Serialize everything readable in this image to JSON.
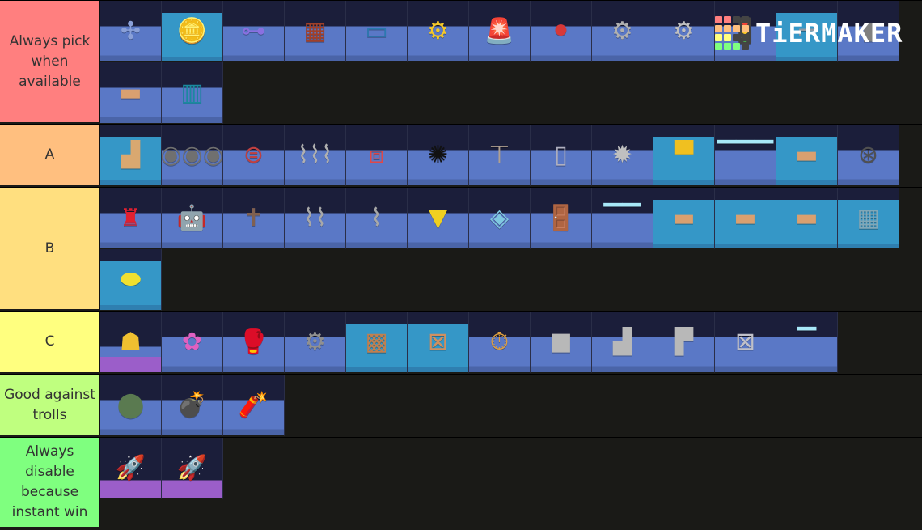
{
  "logo": {
    "text": "TiERMAKER",
    "grid_colors": [
      "#ff7f7f",
      "#ff7f7f",
      "#444444",
      "#444444",
      "#ffbf7f",
      "#ffbf7f",
      "#ffbf7f",
      "#ffbf7f",
      "#ffff7f",
      "#ffff7f",
      "#444444",
      "#444444",
      "#7fff7f",
      "#7fff7f",
      "#7fff7f",
      "#444444"
    ]
  },
  "tiers": [
    {
      "label": "Always pick when available",
      "color": "#ff7f7f",
      "height": 153,
      "items": [
        {
          "name": "grabber-x",
          "glyph": "✣",
          "bg": "default",
          "color": "#8aa0d8"
        },
        {
          "name": "coin",
          "glyph": "🪙",
          "bg": "sky",
          "color": "#f2d05a"
        },
        {
          "name": "laser-wire",
          "glyph": "⊶",
          "bg": "default",
          "color": "#8a70e0"
        },
        {
          "name": "wrecking-crate",
          "glyph": "▦",
          "bg": "default",
          "color": "#a0402a"
        },
        {
          "name": "conveyor-small",
          "glyph": "▭",
          "bg": "default",
          "color": "#2a7ab0"
        },
        {
          "name": "cannon",
          "glyph": "⚙",
          "bg": "default",
          "color": "#f5c828"
        },
        {
          "name": "hockey-alarm",
          "glyph": "🚨",
          "bg": "default",
          "color": "#d83030"
        },
        {
          "name": "wrecking-ball-pulley",
          "glyph": "⚫",
          "bg": "default",
          "color": "#d83838"
        },
        {
          "name": "saw-conveyor",
          "glyph": "⚙",
          "bg": "default",
          "color": "#b0b0b0"
        },
        {
          "name": "saw-pendulum",
          "glyph": "⚙",
          "bg": "default",
          "color": "#c0c0c0"
        },
        {
          "name": "laser-tower",
          "glyph": "🚦",
          "bg": "default",
          "color": "#e04040"
        },
        {
          "name": "scaffold-l",
          "glyph": "⌐",
          "bg": "sky",
          "color": "#909aa6"
        },
        {
          "name": "scaffold-pole",
          "glyph": "▮",
          "bg": "default",
          "color": "#808080"
        },
        {
          "name": "springboard",
          "glyph": "▬",
          "bg": "default",
          "color": "#d9a070"
        },
        {
          "name": "curtain",
          "glyph": "▥",
          "bg": "default",
          "color": "#1a8aa0"
        }
      ]
    },
    {
      "label": "A",
      "color": "#ffbf7f",
      "height": 78,
      "items": [
        {
          "name": "stairs",
          "glyph": "▟",
          "bg": "sky",
          "color": "#d9a870"
        },
        {
          "name": "tank-treads",
          "glyph": "◉◉◉",
          "bg": "default",
          "color": "#707070"
        },
        {
          "name": "fan-cage",
          "glyph": "⊜",
          "bg": "default",
          "color": "#c04040"
        },
        {
          "name": "barbed-wire-long",
          "glyph": "⌇⌇⌇",
          "bg": "default",
          "color": "#b0b0b0"
        },
        {
          "name": "honey-dispenser",
          "glyph": "⧈",
          "bg": "default",
          "color": "#e04848"
        },
        {
          "name": "black-hole",
          "glyph": "✺",
          "bg": "default",
          "color": "#111111"
        },
        {
          "name": "ceiling-fan",
          "glyph": "⊤",
          "bg": "default",
          "color": "#b0a090"
        },
        {
          "name": "teleporter-portal",
          "glyph": "▯",
          "bg": "default",
          "color": "#b0b0c0"
        },
        {
          "name": "spike-ball",
          "glyph": "✹",
          "bg": "default",
          "color": "#c0c0c0"
        },
        {
          "name": "honey-drip",
          "glyph": "▀",
          "bg": "sky",
          "color": "#f0c020"
        },
        {
          "name": "ice-long",
          "glyph": "▔▔▔",
          "bg": "default",
          "color": "#a8e8f8"
        },
        {
          "name": "plank-thin",
          "glyph": "▬",
          "bg": "sky",
          "color": "#d9a070"
        },
        {
          "name": "fan-box",
          "glyph": "⊛",
          "bg": "default",
          "color": "#505050"
        }
      ]
    },
    {
      "label": "B",
      "color": "#ffdf7f",
      "height": 153,
      "items": [
        {
          "name": "fire-hydrant",
          "glyph": "♜",
          "bg": "default",
          "color": "#e02030"
        },
        {
          "name": "paper-plane-robot",
          "glyph": "🤖",
          "bg": "default",
          "color": "#f0e8c0"
        },
        {
          "name": "crossbow",
          "glyph": "✝",
          "bg": "default",
          "color": "#806050"
        },
        {
          "name": "barbed-wire-medium",
          "glyph": "⌇⌇",
          "bg": "default",
          "color": "#a8a8a8"
        },
        {
          "name": "barbed-wire-short",
          "glyph": "⌇",
          "bg": "default",
          "color": "#a8a8a8"
        },
        {
          "name": "spike-trap",
          "glyph": "▼",
          "bg": "default",
          "color": "#f0d020"
        },
        {
          "name": "crystal-box",
          "glyph": "◈",
          "bg": "default",
          "color": "#80c8e0"
        },
        {
          "name": "door",
          "glyph": "🚪",
          "bg": "default",
          "color": "#e0b080"
        },
        {
          "name": "ice-short",
          "glyph": "▔▔",
          "bg": "default",
          "color": "#a8e8f8"
        },
        {
          "name": "plank-medium",
          "glyph": "▬",
          "bg": "sky",
          "color": "#d9a070"
        },
        {
          "name": "plank-long",
          "glyph": "▬",
          "bg": "sky",
          "color": "#d9a070"
        },
        {
          "name": "plank-wide",
          "glyph": "▬",
          "bg": "sky",
          "color": "#d9a070"
        },
        {
          "name": "glass-window",
          "glyph": "▦",
          "bg": "sky",
          "color": "#80a8b8"
        },
        {
          "name": "hay-bale",
          "glyph": "⬬",
          "bg": "sky",
          "color": "#f0e030"
        }
      ]
    },
    {
      "label": "C",
      "color": "#ffff7f",
      "height": 78,
      "items": [
        {
          "name": "beehive",
          "glyph": "☗",
          "bg": "purple",
          "color": "#f0c030"
        },
        {
          "name": "flower-pot",
          "glyph": "✿",
          "bg": "default",
          "color": "#e060c0"
        },
        {
          "name": "boxing-glove",
          "glyph": "🥊",
          "bg": "default",
          "color": "#d03030"
        },
        {
          "name": "gear",
          "glyph": "⚙",
          "bg": "default",
          "color": "#909090"
        },
        {
          "name": "wood-block",
          "glyph": "▩",
          "bg": "sky",
          "color": "#c08050"
        },
        {
          "name": "crate",
          "glyph": "⊠",
          "bg": "sky",
          "color": "#d09060"
        },
        {
          "name": "stopwatch",
          "glyph": "⏱",
          "bg": "default",
          "color": "#e0a040"
        },
        {
          "name": "stone-block",
          "glyph": "■",
          "bg": "default",
          "color": "#b8b8b8"
        },
        {
          "name": "stone-s",
          "glyph": "▟",
          "bg": "default",
          "color": "#b8b8b8"
        },
        {
          "name": "stone-l",
          "glyph": "▛",
          "bg": "default",
          "color": "#b8b8b8"
        },
        {
          "name": "scaffold-table",
          "glyph": "⊠",
          "bg": "default",
          "color": "#c0c0c8"
        },
        {
          "name": "ice-chunk",
          "glyph": "▔",
          "bg": "default",
          "color": "#a8e8f8"
        }
      ]
    },
    {
      "label": "Good against trolls",
      "color": "#bfff7f",
      "height": 78,
      "items": [
        {
          "name": "nuke",
          "glyph": "⬤",
          "bg": "default",
          "color": "#5a7a50"
        },
        {
          "name": "bomb",
          "glyph": "💣",
          "bg": "default",
          "color": "#404040"
        },
        {
          "name": "dynamite",
          "glyph": "🧨",
          "bg": "default",
          "color": "#e04820"
        }
      ]
    },
    {
      "label": "Always disable because instant win",
      "color": "#7fff7f",
      "height": 113,
      "items": [
        {
          "name": "rocket-launchpad",
          "glyph": "🚀",
          "bg": "purpleb",
          "color": "#d0a880"
        },
        {
          "name": "rocket",
          "glyph": "🚀",
          "bg": "purpleb",
          "color": "#d0a880"
        }
      ]
    }
  ]
}
